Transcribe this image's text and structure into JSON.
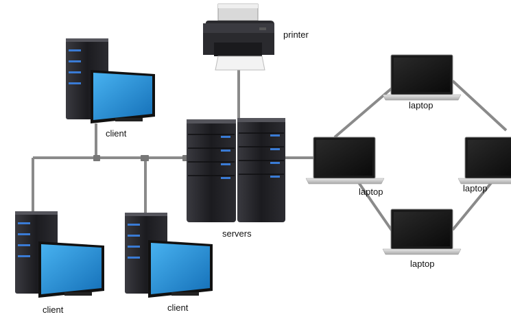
{
  "labels": {
    "printer": "printer",
    "servers": "servers",
    "client_top": "client",
    "client_bottom_left": "client",
    "client_bottom_mid": "client",
    "laptop_top": "laptop",
    "laptop_left": "laptop",
    "laptop_right": "laptop",
    "laptop_bottom": "laptop"
  },
  "colors": {
    "cable": "#8a8a8a",
    "tower": "#1e1e22",
    "tower_led": "#3a7bd5",
    "monitor_screen": "#1f8fd8",
    "laptop_screen": "#141414"
  }
}
